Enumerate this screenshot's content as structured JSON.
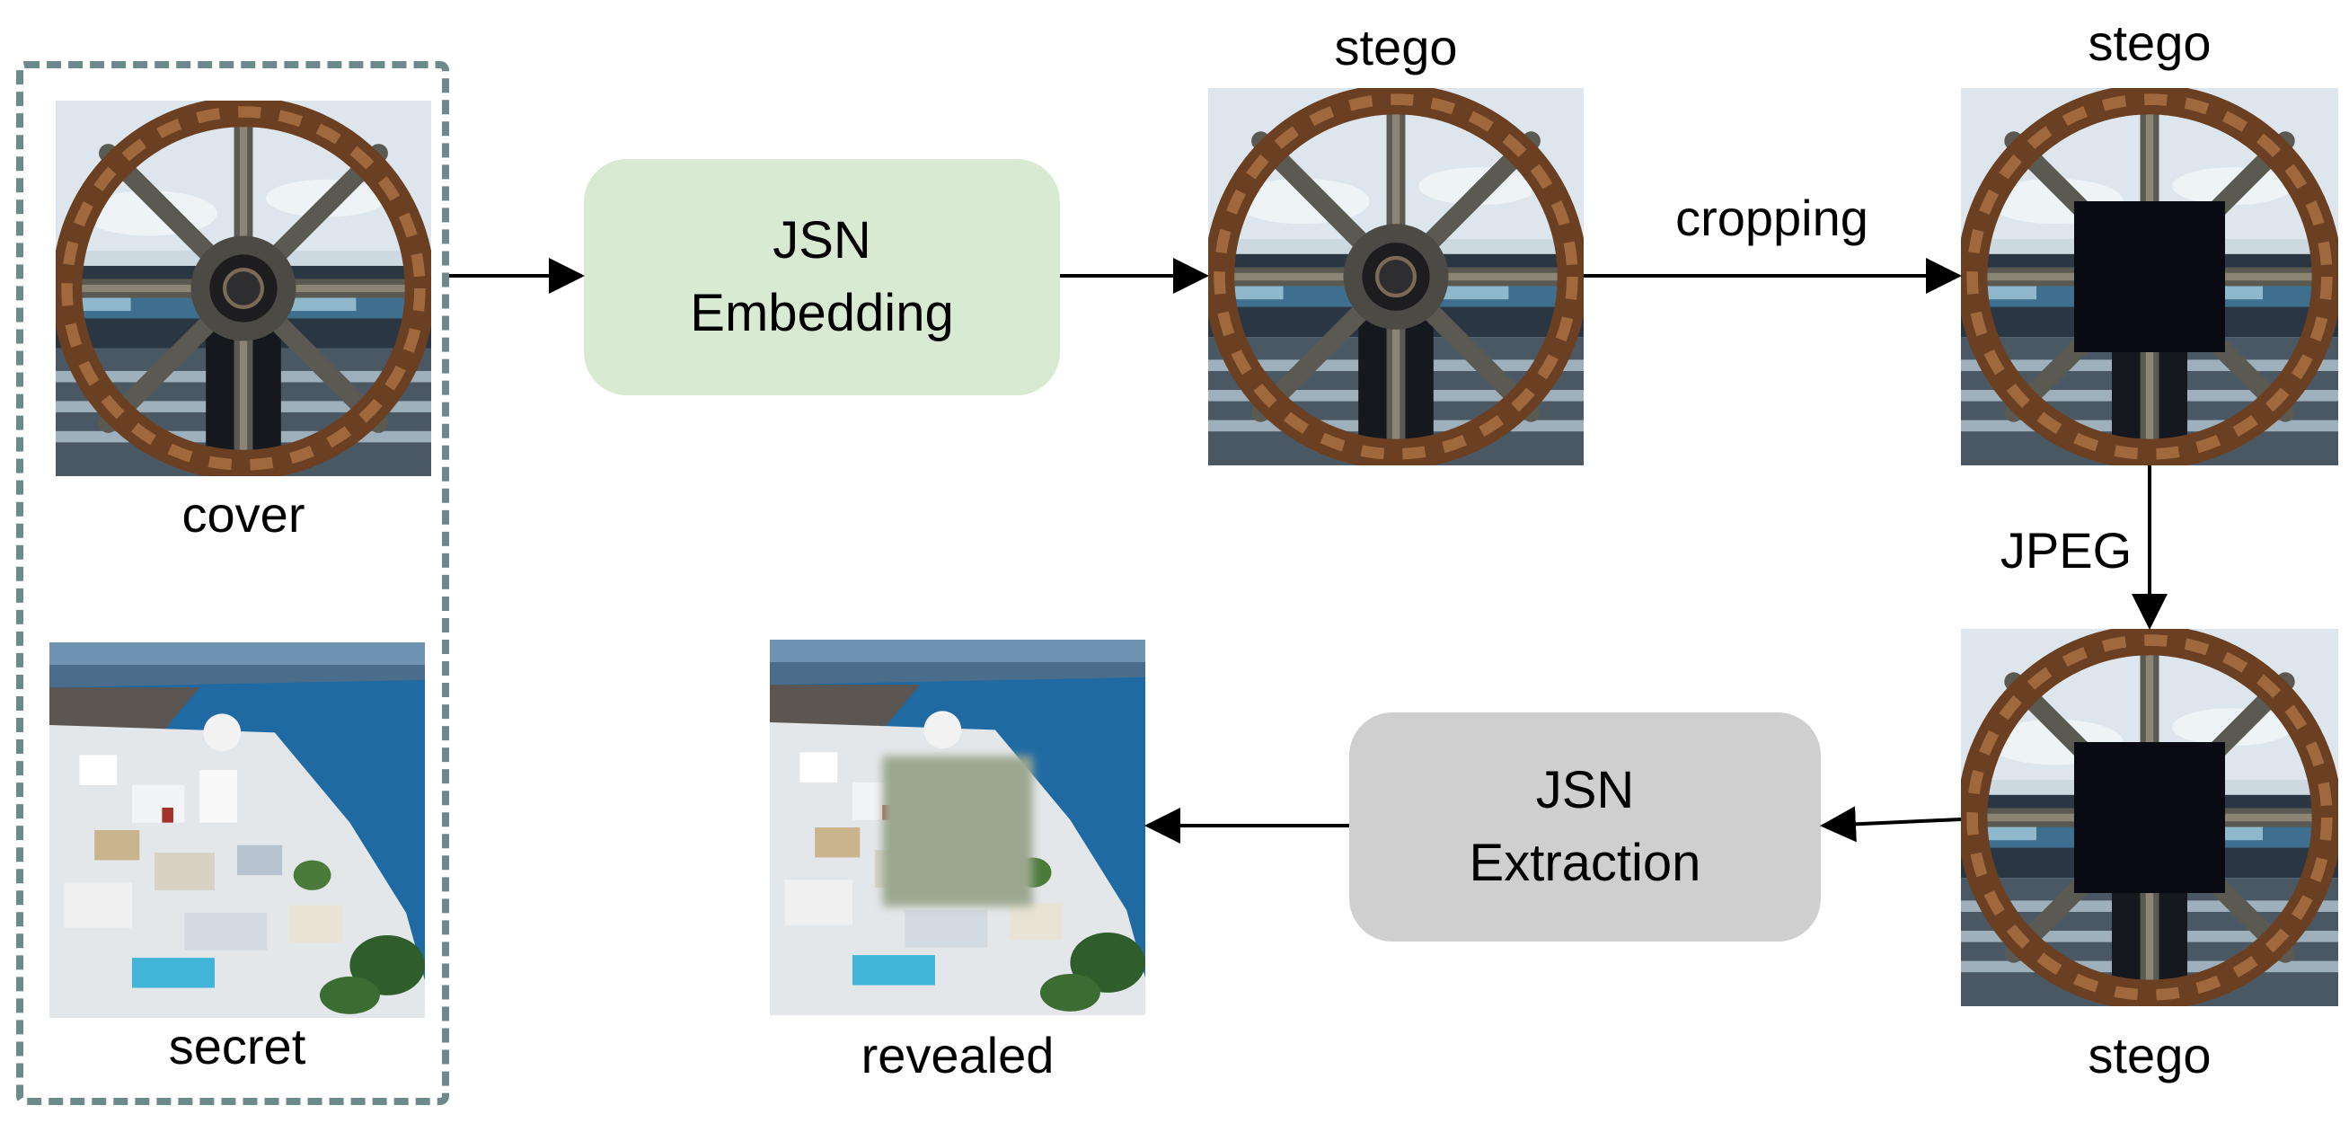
{
  "nodes": {
    "cover": {
      "label": "cover"
    },
    "secret": {
      "label": "secret"
    },
    "embedding": {
      "line1": "JSN",
      "line2": "Embedding"
    },
    "stego1": {
      "label": "stego"
    },
    "stego2": {
      "label": "stego"
    },
    "stego3": {
      "label": "stego"
    },
    "extraction": {
      "line1": "JSN",
      "line2": "Extraction"
    },
    "revealed": {
      "label": "revealed"
    }
  },
  "edges": {
    "crop": {
      "label": "cropping"
    },
    "jpeg": {
      "label": "JPEG"
    }
  },
  "images": {
    "cover": "ship-wheel-photo",
    "stego1": "ship-wheel-photo",
    "stego2": "ship-wheel-photo-cropped-center",
    "stego3": "ship-wheel-photo-cropped-center",
    "secret": "santorini-village-photo",
    "revealed": "santorini-village-photo-blurred-center"
  },
  "colors": {
    "embedding_box": "#d9ead3",
    "extraction_box": "#cfcfcf",
    "dashed_border": "#6d8a8a",
    "arrow": "#000000",
    "crop_patch": "#0a0a12"
  }
}
